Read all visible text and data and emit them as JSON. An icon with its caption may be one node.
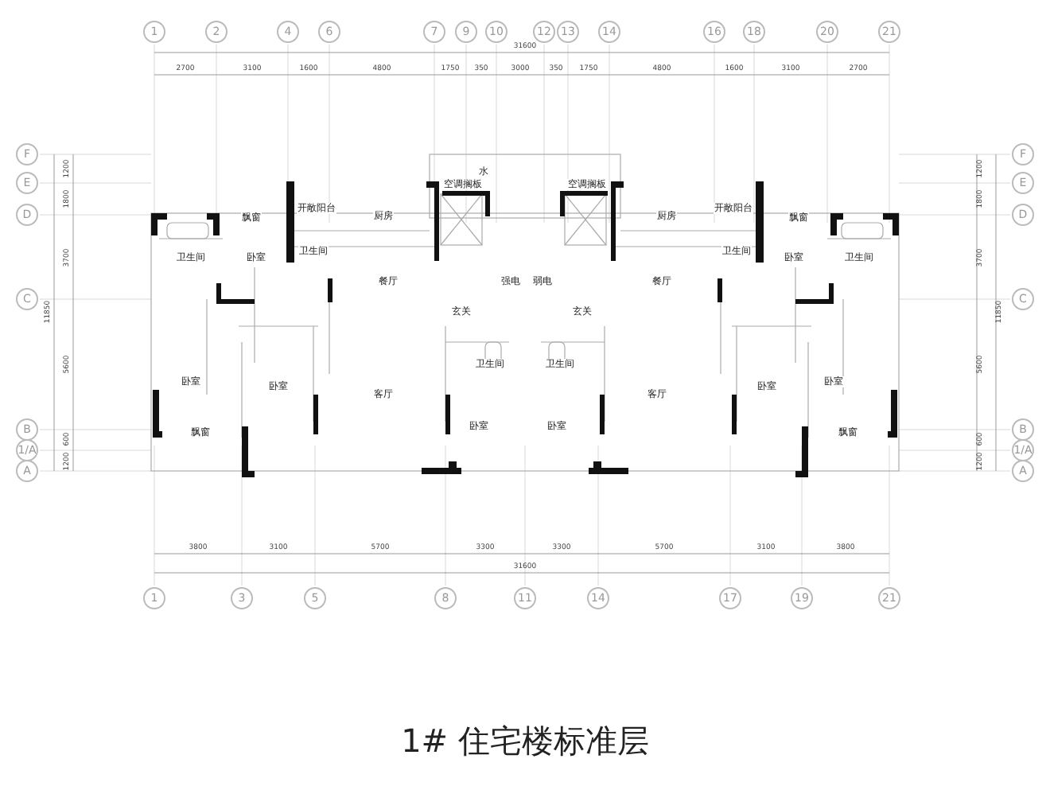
{
  "diagram": {
    "caption": "1# 住宅楼标准层",
    "labels": [
      "1",
      "2",
      "4",
      "6",
      "7",
      "9",
      "10",
      "12",
      "13",
      "14",
      "16",
      "18",
      "20",
      "21",
      "31600",
      "2700",
      "3100",
      "1600",
      "4800",
      "1750",
      "350",
      "3000",
      "350",
      "1750",
      "4800",
      "1600",
      "3100",
      "2700",
      "F",
      "E",
      "D",
      "C",
      "B",
      "1/A",
      "A",
      "1200",
      "1800",
      "3700",
      "5600",
      "600",
      "1200",
      "11850",
      "飘窗",
      "开敞阳台",
      "厨房",
      "空调搁板",
      "水",
      "空调搁板",
      "厨房",
      "开敞阳台",
      "飘窗",
      "卫生间",
      "卧室",
      "卫生间",
      "卫生间",
      "卧室",
      "卫生间",
      "餐厅",
      "强电",
      "弱电",
      "餐厅",
      "玄关",
      "玄关",
      "卫生间",
      "卫生间",
      "卧室",
      "卧室",
      "客厅",
      "客厅",
      "卧室",
      "卧室",
      "卧室",
      "卧室",
      "飘窗",
      "飘窗",
      "1200",
      "1800",
      "3700",
      "5600",
      "600",
      "1200",
      "11850",
      "F",
      "E",
      "D",
      "C",
      "B",
      "1/A",
      "A",
      "3800",
      "3100",
      "5700",
      "3300",
      "3300",
      "5700",
      "3100",
      "3800",
      "31600",
      "1",
      "3",
      "5",
      "8",
      "11",
      "14",
      "17",
      "19",
      "21"
    ]
  }
}
